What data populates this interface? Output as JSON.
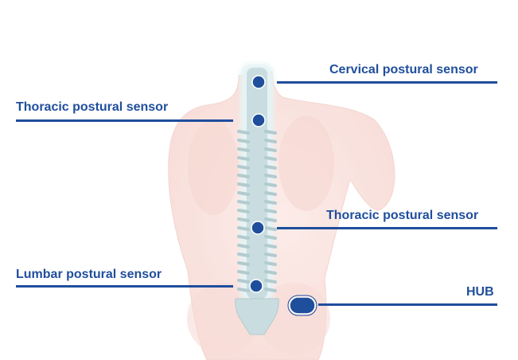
{
  "labels": {
    "cervical": "Cervical postural sensor",
    "thoracic_upper": "Thoracic postural sensor",
    "thoracic_lower": "Thoracic postural sensor",
    "lumbar": "Lumbar postural sensor",
    "hub": "HUB"
  },
  "colors": {
    "accent": "#1f4e9c",
    "skin": "#f8d9d4",
    "spine": "#c9dde0"
  }
}
